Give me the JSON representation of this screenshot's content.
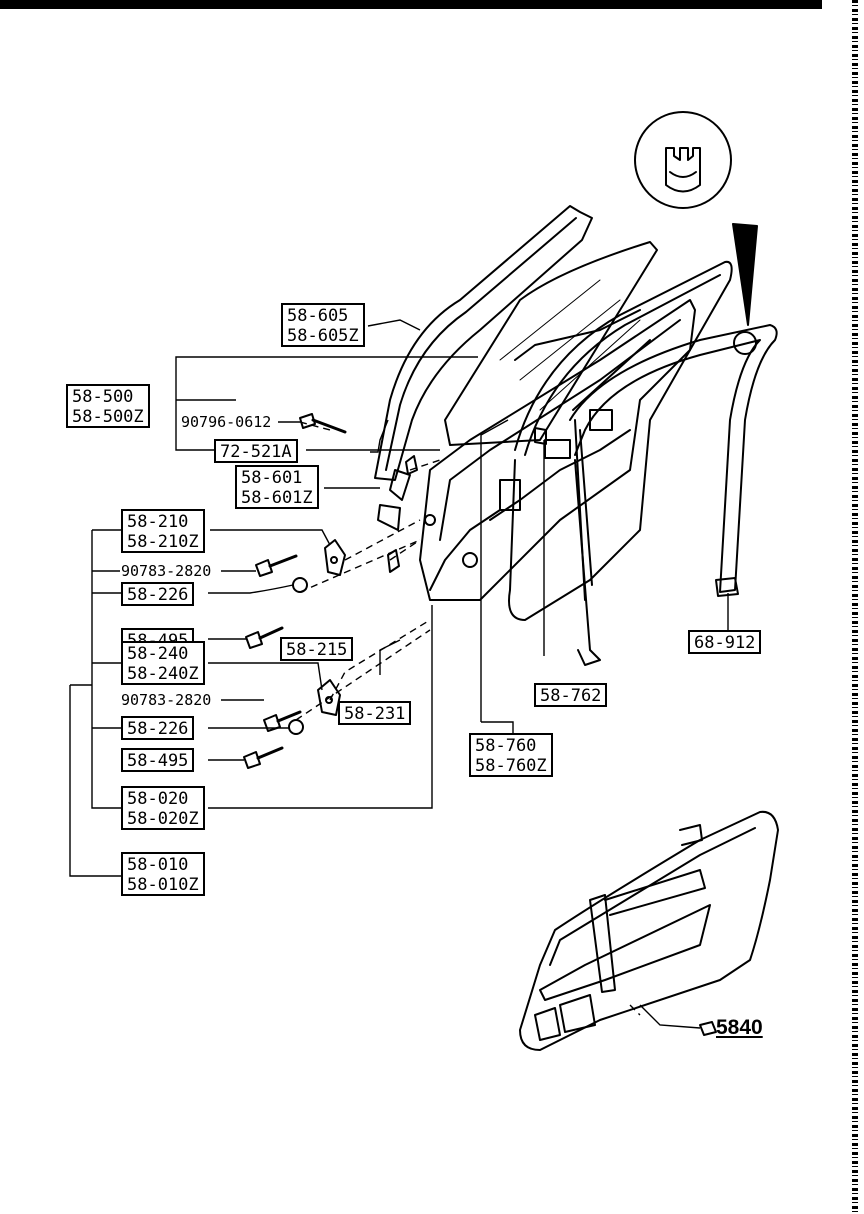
{
  "labels": {
    "l_58_605": [
      "58-605",
      "58-605Z"
    ],
    "l_58_500": [
      "58-500",
      "58-500Z"
    ],
    "l_90796": "90796-0612",
    "l_72_521a": "72-521A",
    "l_58_601": [
      "58-601",
      "58-601Z"
    ],
    "l_58_210": [
      "58-210",
      "58-210Z"
    ],
    "l_90783_a": "90783-2820",
    "l_58_226_a": "58-226",
    "l_58_495_a": "58-495",
    "l_58_215": "58-215",
    "l_58_240": [
      "58-240",
      "58-240Z"
    ],
    "l_90783_b": "90783-2820",
    "l_58_226_b": "58-226",
    "l_58_495_b": "58-495",
    "l_58_231": "58-231",
    "l_58_020": [
      "58-020",
      "58-020Z"
    ],
    "l_58_010": [
      "58-010",
      "58-010Z"
    ],
    "l_58_762": "58-762",
    "l_58_760": [
      "58-760",
      "58-760Z"
    ],
    "l_68_912": "68-912",
    "ref_5840": "5840"
  }
}
